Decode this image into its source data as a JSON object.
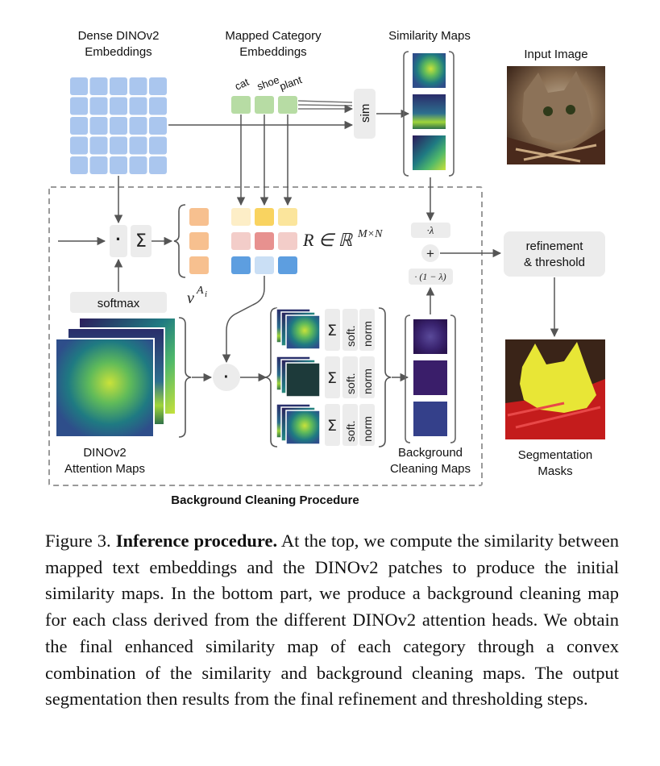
{
  "figure": {
    "labels": {
      "dense_embeddings": [
        "Dense DINOv2",
        "Embeddings"
      ],
      "mapped_embeddings": [
        "Mapped Category",
        "Embeddings"
      ],
      "similarity_maps": "Similarity Maps",
      "input_image": "Input Image",
      "categories": [
        "cat",
        "shoe",
        "plant"
      ],
      "sim": "sim",
      "lambda": "·λ",
      "one_minus_lambda": "· (1 − λ)",
      "plus": "+",
      "refinement": [
        "refinement",
        "& threshold"
      ],
      "dot": "·",
      "sigma": "Σ",
      "softmax": "softmax",
      "r_formula": "R ∈ ℝ",
      "r_superscript": "M×N",
      "v_label": "v",
      "v_superscript": "A",
      "v_subscript": "i",
      "soft": "soft.",
      "norm": "norm",
      "attention_maps": [
        "DINOv2",
        "Attention Maps"
      ],
      "bg_cleaning_maps": [
        "Background",
        "Cleaning Maps"
      ],
      "segmentation_masks": [
        "Segmentation",
        "Masks"
      ],
      "procedure_title": "Background Cleaning Procedure"
    },
    "colors": {
      "blue_patch": "#aac6ee",
      "green_patch": "#b7dca4",
      "orange": "#f7c08f",
      "row1": [
        "#fdeec7",
        "#f9d360",
        "#fbe59c"
      ],
      "row2": [
        "#f3cdc9",
        "#e7918f",
        "#f3cdc9"
      ],
      "row3": [
        "#5d9ee0",
        "#cadff5",
        "#5d9ee0"
      ],
      "gray_box": "#ececec",
      "arrow": "#555555",
      "dashed": "#9a9a9a",
      "viridis_dark": "#2c1a5a",
      "viridis_teal": "#1f7a82",
      "viridis_yellow": "#c9e23a"
    }
  },
  "caption": {
    "prefix": "Figure 3.",
    "bold": "Inference procedure.",
    "text": "At the top, we compute the similarity between mapped text embeddings and the DINOv2 patches to produce the initial similarity maps. In the bottom part, we produce a background cleaning map for each class derived from the different DINOv2 attention heads. We obtain the final enhanced similarity map of each category through a convex combination of the similarity and background cleaning maps. The output segmentation then results from the final refinement and thresholding steps."
  }
}
